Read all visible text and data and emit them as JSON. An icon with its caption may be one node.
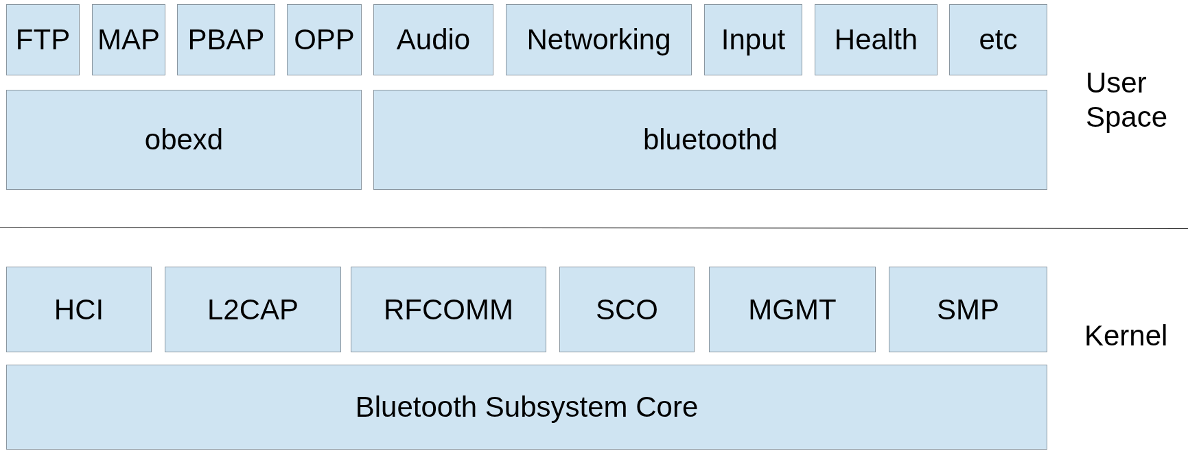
{
  "diagram": {
    "nodes": [
      {
        "text": [
          "FTP"
        ]
      },
      {
        "text": [
          "MAP"
        ]
      },
      {
        "text": [
          "PBAP"
        ]
      },
      {
        "text": [
          "OPP"
        ]
      },
      {
        "text": [
          "Audio"
        ]
      },
      {
        "text": [
          "Networking"
        ]
      },
      {
        "text": [
          "Input"
        ]
      },
      {
        "text": [
          "Health"
        ]
      },
      {
        "text": [
          "etc"
        ]
      },
      {
        "text": [
          "obexd"
        ]
      },
      {
        "text": [
          "bluetoothd"
        ]
      },
      {
        "text": [
          "HCI"
        ]
      },
      {
        "text": [
          "L2CAP"
        ]
      },
      {
        "text": [
          "RFCOMM"
        ]
      },
      {
        "text": [
          "SCO"
        ]
      },
      {
        "text": [
          "MGMT"
        ]
      },
      {
        "text": [
          "SMP"
        ]
      },
      {
        "text": [
          "Bluetooth Subsystem Core"
        ]
      }
    ],
    "edges": [],
    "labels": [
      "User Space",
      "Kernel"
    ]
  }
}
